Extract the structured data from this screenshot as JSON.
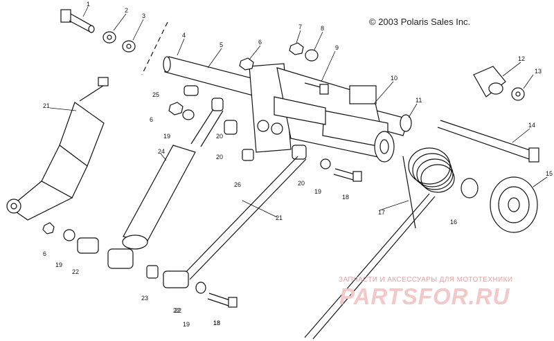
{
  "copyright": "© 2003 Polaris Sales Inc.",
  "watermark": {
    "tagline": "ЗАПЧАСТИ И АКСЕССУАРЫ ДЛЯ МОТОТЕХНИКИ",
    "brand": "PARTSFOR.RU"
  },
  "callouts": [
    "1",
    "2",
    "3",
    "4",
    "5",
    "6",
    "7",
    "8",
    "9",
    "10",
    "11",
    "12",
    "13",
    "14",
    "15",
    "16",
    "17",
    "18",
    "19",
    "20",
    "21",
    "22",
    "23",
    "24",
    "25",
    "26",
    "6",
    "19",
    "20",
    "21",
    "22",
    "19",
    "18",
    "20",
    "19",
    "6",
    "22",
    "18"
  ]
}
